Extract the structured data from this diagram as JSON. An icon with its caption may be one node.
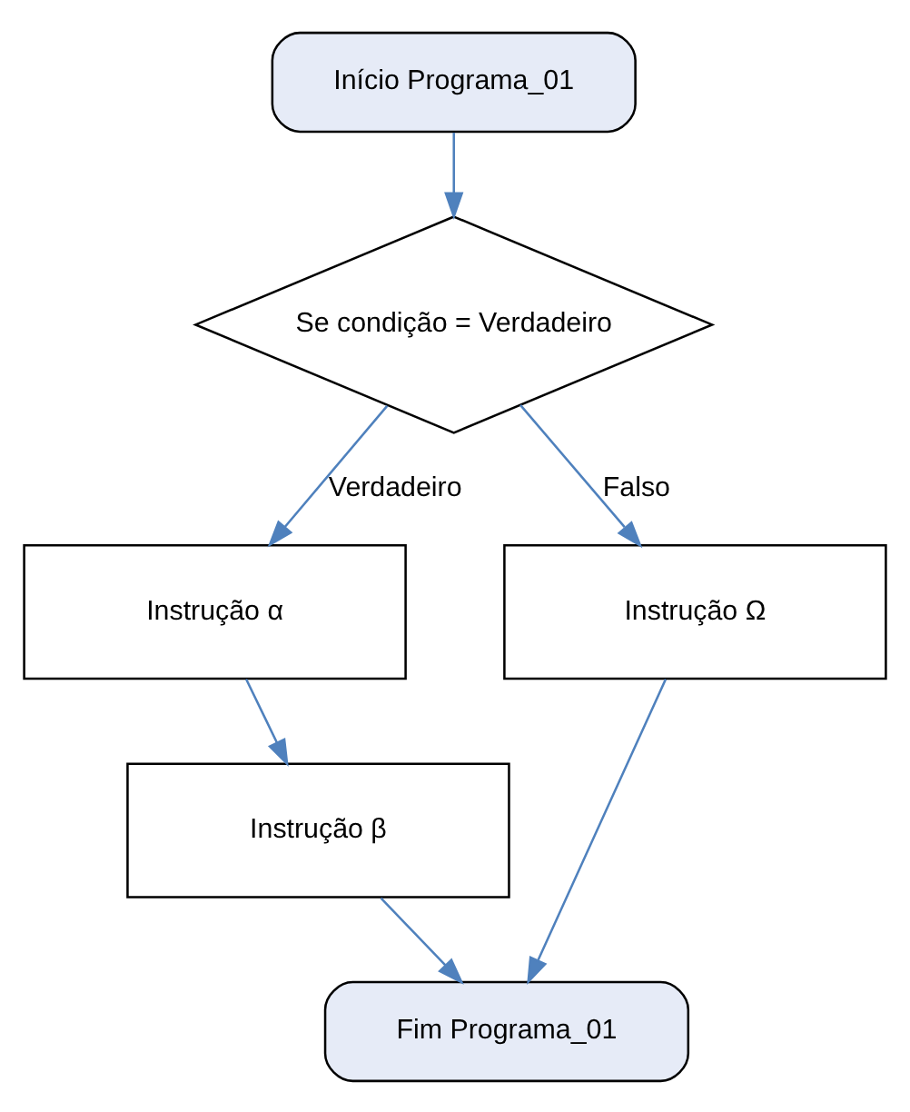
{
  "diagram": {
    "nodes": [
      {
        "text": [
          "Início Programa_01"
        ]
      },
      {
        "text": [
          "Se condição = Verdadeiro"
        ]
      },
      {
        "text": [
          "Instrução α"
        ]
      },
      {
        "text": [
          "Instrução Ω"
        ]
      },
      {
        "text": [
          "Instrução β"
        ]
      },
      {
        "text": [
          "Fim Programa_01"
        ]
      }
    ],
    "edges": [
      {
        "from": 0,
        "to": 1,
        "arrow": "to",
        "color": "#4f81bd"
      },
      {
        "from": 1,
        "to": 2,
        "arrow": "to",
        "label": "Verdadeiro",
        "color": "#4f81bd"
      },
      {
        "from": 1,
        "to": 3,
        "arrow": "to",
        "label": "Falso",
        "color": "#4f81bd"
      },
      {
        "from": 2,
        "to": 4,
        "arrow": "to",
        "color": "#4f81bd"
      },
      {
        "from": 4,
        "to": 5,
        "arrow": "to",
        "color": "#4f81bd"
      },
      {
        "from": 3,
        "to": 5,
        "arrow": "to",
        "color": "#4f81bd"
      }
    ]
  }
}
